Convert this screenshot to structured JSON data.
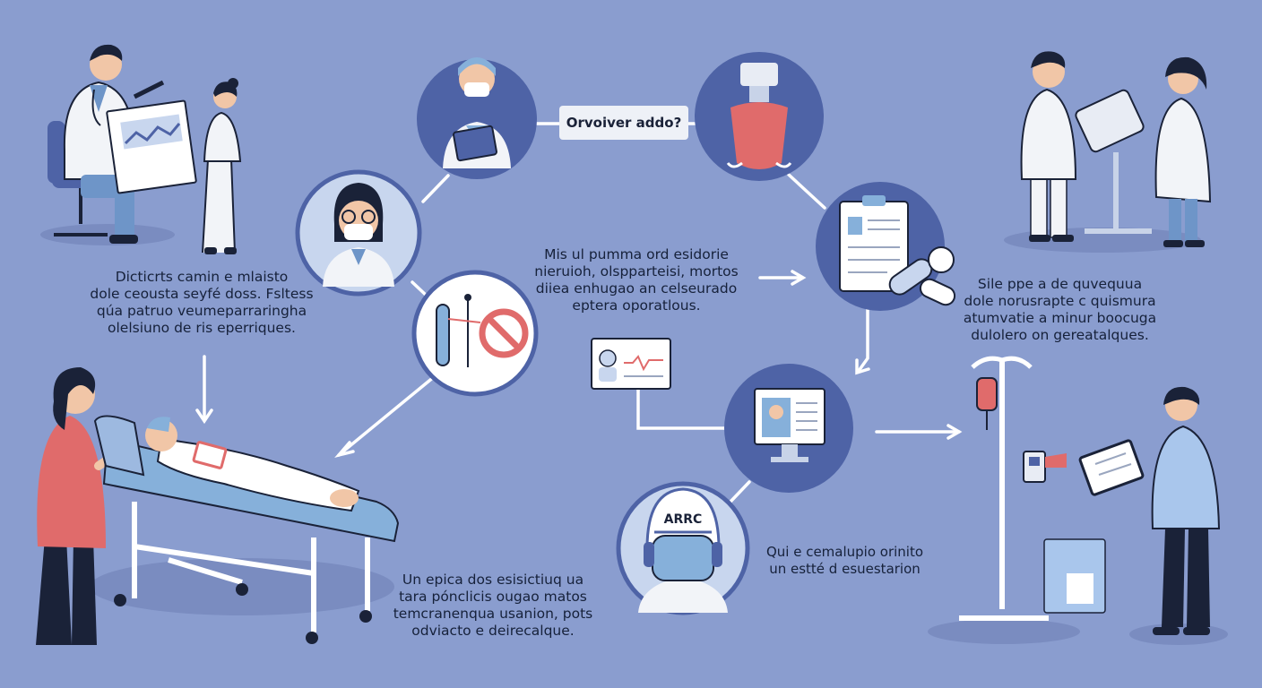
{
  "captions": {
    "left_top": "Dicticrts camin e mlaisto\ndole ceousta seyfé doss. Fsltess\nqúa patruo veumeparraringha\nolelsiuno de ris eperriques.",
    "center_top": "Mis ul pumma ord esidorie\nnieruioh, olspparteisi, mortos\ndiiea enhugao an celseurado\neptera oporatlous.",
    "right_top": "Sile ppe a de quvequua\ndole norusrapte c quismura\natumvatie a minur boocuga\ndulolero on gereatalques.",
    "bottom_center": "Un epica dos esisictiuq ua\ntara pónclicis ougao matos\ntemcranenqua usanion, pots\nodviacto e deirecalque.",
    "bottom_right": "Qui e cemalupio orinito\nun estté d esuestarion"
  },
  "callout": "Orvoiver addo?",
  "helmet_label": "ARRC",
  "colors": {
    "background": "#8a9dcf",
    "node": "#4e63a6",
    "connector": "#ffffff",
    "text": "#16213a",
    "accent_red": "#e06b6b"
  },
  "icons": [
    "doctor-reviewing-chart",
    "nurse",
    "masked-doctor-tablet",
    "female-doctor-masked",
    "test-tube-prohibited",
    "surgical-lamp-lungs",
    "clipboard-pills",
    "monitor-patient",
    "surgeon-helmet",
    "doctors-inspecting-device",
    "patient-on-stretcher",
    "iv-stand",
    "doctor-tablet",
    "patient-card"
  ]
}
